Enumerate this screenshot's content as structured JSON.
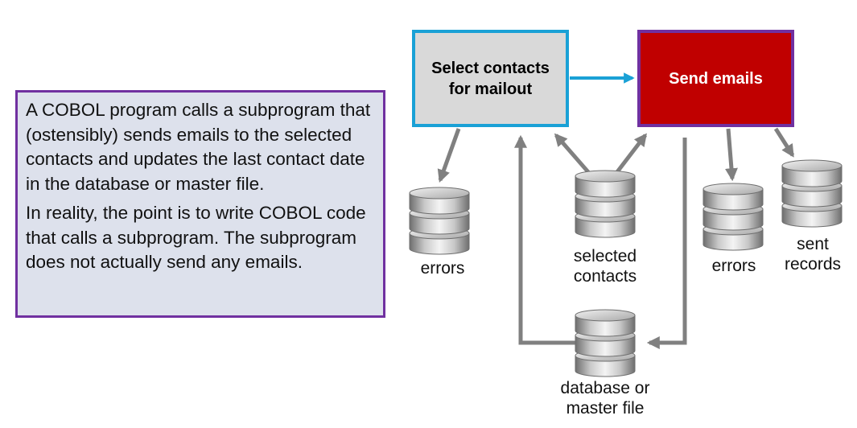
{
  "description": {
    "paragraph1": "A COBOL program calls a subprogram that (ostensibly) sends emails to the selected contacts and updates the last contact date in the database or master file.",
    "paragraph2": "In reality, the point is to write COBOL code that calls a subprogram. The subprogram does not actually send any emails."
  },
  "processes": {
    "select_line1": "Select contacts",
    "select_line2": "for mailout",
    "send": "Send emails"
  },
  "stores": {
    "errors_select": "errors",
    "selected_line1": "selected",
    "selected_line2": "contacts",
    "errors_send": "errors",
    "sent_line1": "sent",
    "sent_line2": "records",
    "database_line1": "database or",
    "database_line2": "master file"
  },
  "colors": {
    "select_border": "#1aa1d6",
    "send_fill": "#c00000",
    "send_border": "#7030a0",
    "description_border": "#7030a0",
    "description_fill": "#dde1ec",
    "arrow_gray": "#808080"
  }
}
